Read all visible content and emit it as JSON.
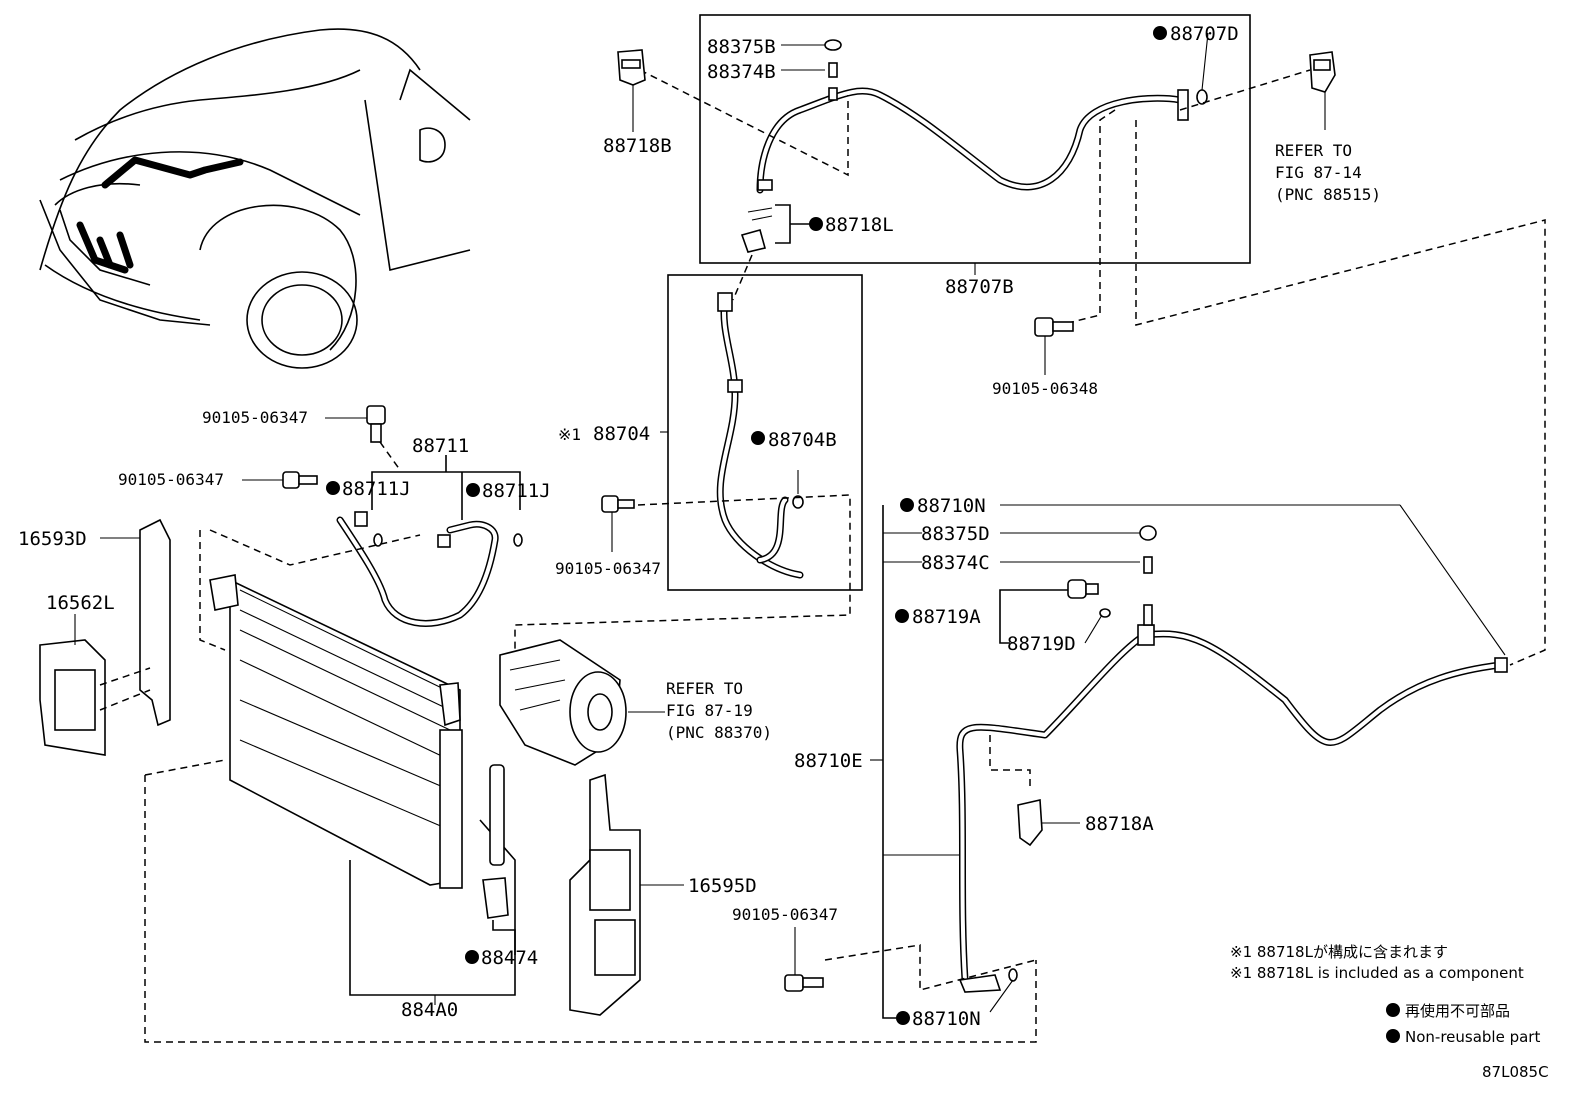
{
  "labels": {
    "p88375B": "88375B",
    "p88374B": "88374B",
    "p88707D": "88707D",
    "p88718B": "88718B",
    "p88718L": "88718L",
    "p88707B": "88707B",
    "refer1_a": "REFER TO",
    "refer1_b": "FIG 87-14",
    "refer1_c": "(PNC 88515)",
    "p90105_06348": "90105-06348",
    "p90105_06347_a": "90105-06347",
    "p88711": "88711",
    "p90105_06347_b": "90105-06347",
    "p88711J_a": "88711J",
    "p88711J_b": "88711J",
    "p16593D": "16593D",
    "p16562L": "16562L",
    "p88704_mark": "※1",
    "p88704": "88704",
    "p88704B": "88704B",
    "p90105_06347_c": "90105-06347",
    "p88710N_a": "88710N",
    "p88375D": "88375D",
    "p88374C": "88374C",
    "p88719A": "88719A",
    "p88719D": "88719D",
    "refer2_a": "REFER TO",
    "refer2_b": "FIG 87-19",
    "refer2_c": "(PNC 88370)",
    "p88710E": "88710E",
    "p88718A": "88718A",
    "p16595D": "16595D",
    "p90105_06347_d": "90105-06347",
    "p88474": "88474",
    "p884A0": "884A0",
    "p88710N_b": "88710N"
  },
  "notes": {
    "jp": "※1 88718Lが構成に含まれます",
    "en": "※1 88718L is included as a component",
    "legend_jp": "再使用不可部品",
    "legend_en": "Non-reusable part",
    "figure_id": "87L085C"
  }
}
